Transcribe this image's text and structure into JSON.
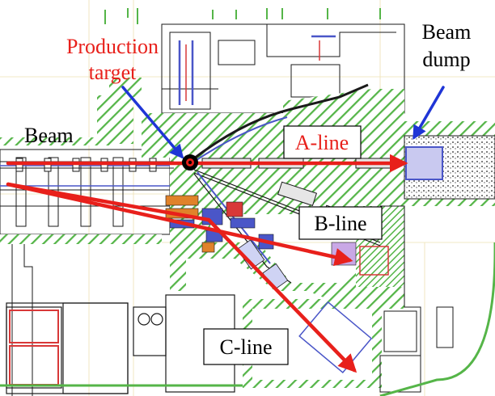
{
  "labels": {
    "production_target": [
      "Production",
      "target"
    ],
    "beam": "Beam",
    "beam_dump": [
      "Beam",
      "dump"
    ],
    "a_line": "A-line",
    "b_line": "B-line",
    "c_line": "C-line"
  },
  "colors": {
    "beam_arrow": "#e8201b",
    "pointer_arrow": "#1f35d6",
    "shielding_hatch": "#55b548",
    "drawing_lines": "#1a1a1a",
    "magnet_blue": "#4a56c8",
    "magnet_orange": "#e0822a",
    "magnet_red": "#d83838",
    "target_marker": "#000000",
    "label_text_red": "#e8201b",
    "label_text_black": "#000000"
  }
}
